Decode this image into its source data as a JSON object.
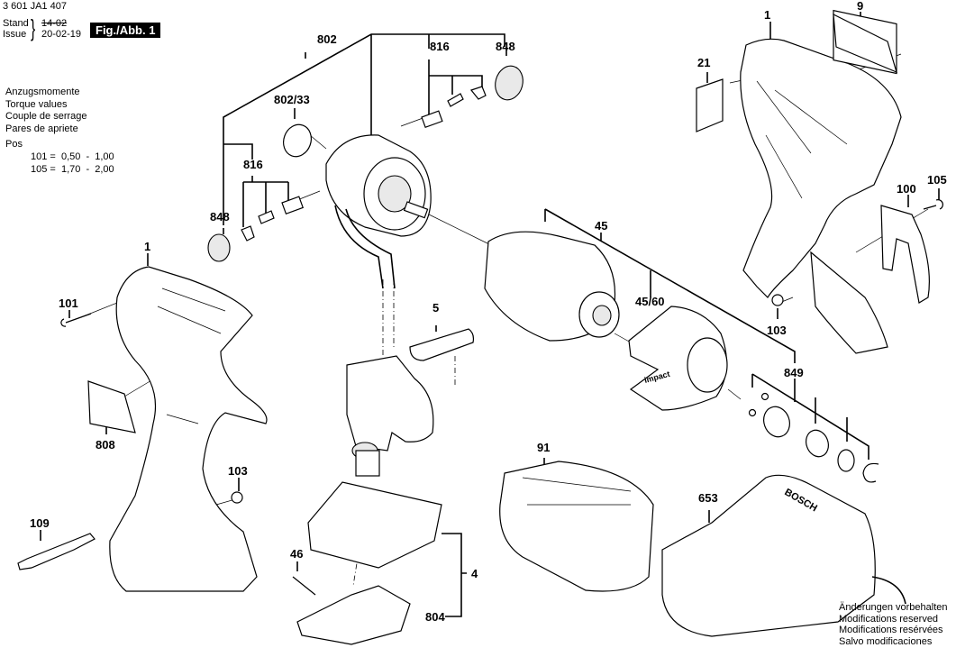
{
  "header": {
    "document_code": "3 601 JA1 407",
    "stand_label": "Stand",
    "issue_label": "Issue",
    "old_date": "14-02",
    "issue_date": "20-02-19",
    "figure_label": "Fig./Abb. 1"
  },
  "torque_block": {
    "lines": [
      "Anzugsmomente",
      "Torque values",
      "Couple de serrage",
      "Pares de apriete"
    ],
    "pos_label": "Pos",
    "values": [
      {
        "pos": "101",
        "range": "101 =  0,50  -  1,00"
      },
      {
        "pos": "105",
        "range": "105 =  1,70  -  2,00"
      }
    ]
  },
  "footer": {
    "lines": [
      "Änderungen vorbehalten",
      "Modifications reserved",
      "Modifications resérvées",
      "Salvo modificaciones"
    ]
  },
  "callouts": {
    "c802": "802",
    "c802_33": "802/33",
    "c816_top": "816",
    "c848_top": "848",
    "c816_left": "816",
    "c848_left": "848",
    "c1_right": "1",
    "c9": "9",
    "c21": "21",
    "c105": "105",
    "c100": "100",
    "c103_right": "103",
    "c45": "45",
    "c45_60": "45/60",
    "c849": "849",
    "c1_left": "1",
    "c101": "101",
    "c808": "808",
    "c103_left": "103",
    "c109": "109",
    "c5": "5",
    "c4": "4",
    "c46": "46",
    "c804": "804",
    "c91": "91",
    "c653": "653"
  },
  "product_marks": {
    "charger_brand": "BOSCH",
    "cover_text": "impact"
  }
}
